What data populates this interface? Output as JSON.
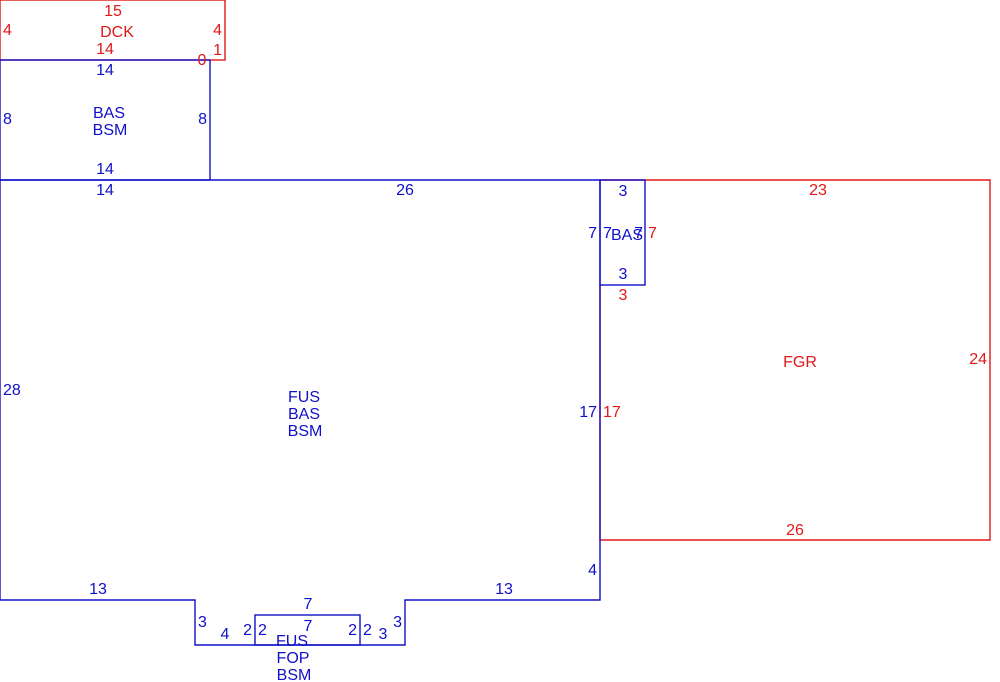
{
  "colors": {
    "living": "#1010c8",
    "other": "#e01818"
  },
  "areas": {
    "deck": {
      "codes": [
        "DCK"
      ]
    },
    "rear_addition": {
      "codes": [
        "BAS",
        "BSM"
      ]
    },
    "main_house": {
      "codes": [
        "FUS",
        "BAS",
        "BSM"
      ]
    },
    "bay": {
      "codes": [
        "BAS"
      ]
    },
    "garage": {
      "codes": [
        "FGR"
      ]
    },
    "porch": {
      "codes": [
        "FUS",
        "FOP",
        "BSM"
      ]
    }
  },
  "dimensions": {
    "deck": {
      "top": "15",
      "left": "4",
      "right": "4",
      "bottom": "14",
      "right_lower": "1",
      "offset": "0"
    },
    "rear_addition": {
      "top": "14",
      "left": "8",
      "right": "8",
      "bottom": "14"
    },
    "main_house": {
      "top_left": "14",
      "top_main": "26",
      "left": "28",
      "right": "17",
      "right_lower": "4",
      "bottom_left": "13",
      "bottom_right": "13",
      "step_left": "3",
      "step_left_run": "4",
      "step_right": "3",
      "step_right_run": "3"
    },
    "bay": {
      "top": "3",
      "left": "7",
      "right": "7",
      "bottom": "3"
    },
    "garage": {
      "top": "23",
      "bay_left": "7",
      "bay_bottom": "3",
      "left": "17",
      "right": "24",
      "bottom": "26"
    },
    "porch": {
      "top": "7",
      "inner": "7",
      "left_outer": "2",
      "left_inner": "2",
      "right_inner": "2",
      "right_outer": "2"
    }
  }
}
